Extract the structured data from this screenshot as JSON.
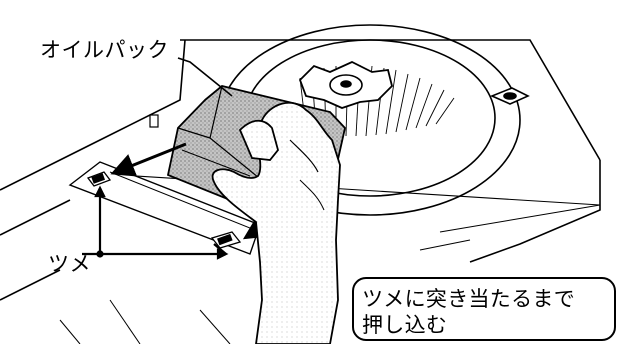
{
  "labels": {
    "oil_pack": "オイルパック",
    "tsume": "ツメ"
  },
  "callout": {
    "line1": "ツメに突き当たるまで",
    "line2": "押し込む"
  },
  "colors": {
    "ink": "#000000",
    "paper": "#ffffff",
    "pack_fill": "#b8b8b8"
  }
}
